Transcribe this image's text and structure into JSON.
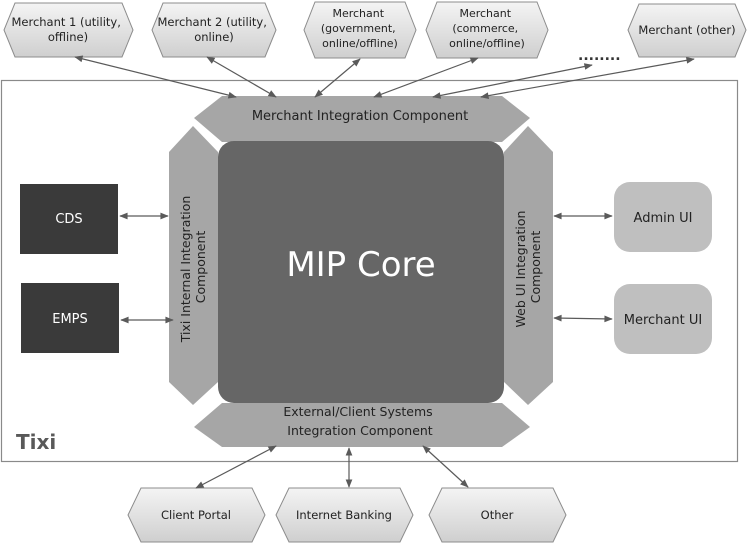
{
  "diagram": {
    "container_label": "Tixi",
    "core": {
      "label": "MIP Core"
    },
    "integration_components": {
      "top": "Merchant Integration Component",
      "left": [
        "Tixi Internal Integration",
        "Component"
      ],
      "right": [
        "Web UI Integration",
        "Component"
      ],
      "bottom": [
        "External/Client Systems",
        "Integration Component"
      ]
    },
    "merchants": [
      {
        "lines": [
          "Merchant 1 (utility,",
          "offline)"
        ]
      },
      {
        "lines": [
          "Merchant 2 (utility,",
          "online)"
        ]
      },
      {
        "lines": [
          "Merchant",
          "(government,",
          "online/offline)"
        ]
      },
      {
        "lines": [
          "Merchant",
          "(commerce,",
          "online/offline)"
        ]
      },
      {
        "lines": [
          "Merchant (other)"
        ]
      }
    ],
    "ellipsis": "........",
    "internal_systems": [
      {
        "label": "CDS"
      },
      {
        "label": "EMPS"
      }
    ],
    "web_uis": [
      {
        "label": "Admin UI"
      },
      {
        "label": "Merchant UI"
      }
    ],
    "external_systems": [
      {
        "label": "Client Portal"
      },
      {
        "label": "Internet Banking"
      },
      {
        "label": "Other"
      }
    ],
    "colors": {
      "core": "#666666",
      "integration": "#a6a6a6",
      "internal_box": "#3a3a3a",
      "ui_box": "#bfbfbf",
      "hexagon_top": "#f2f2f2",
      "hexagon_bottom": "#d0d0d0",
      "arrow": "#595959",
      "frame": "#808080"
    }
  }
}
